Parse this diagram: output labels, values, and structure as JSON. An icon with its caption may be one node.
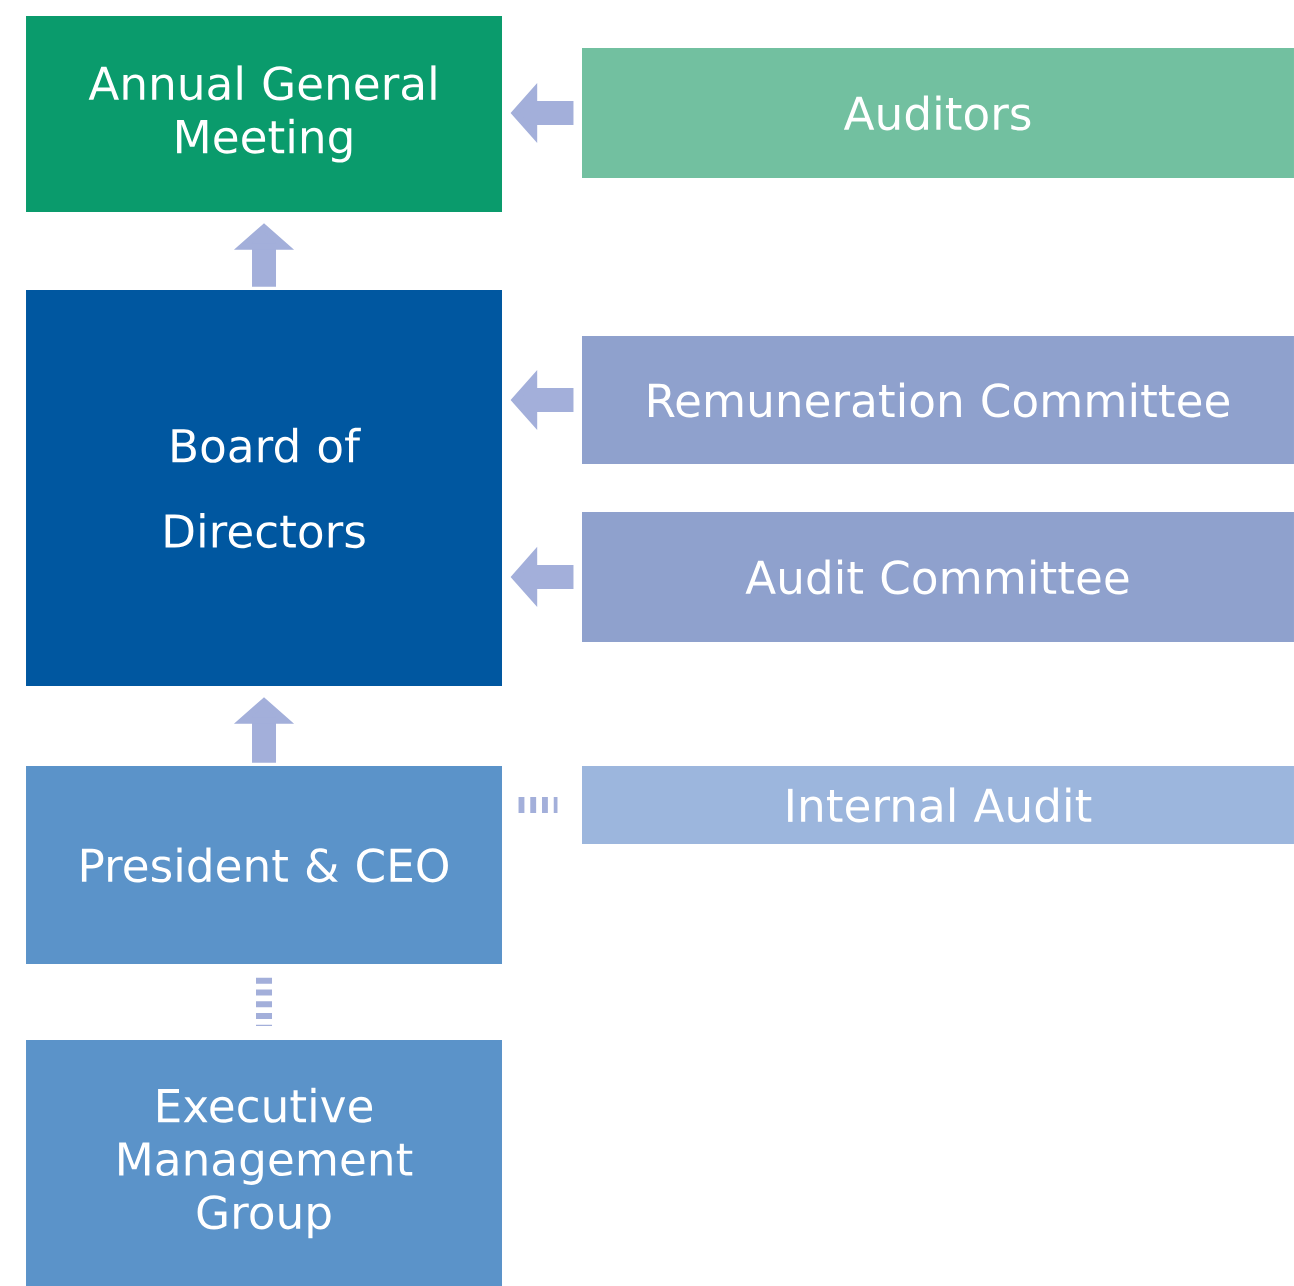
{
  "diagram": {
    "nodes": [
      {
        "text": [
          "Annual General Meeting"
        ]
      },
      {
        "text": [
          "Auditors"
        ]
      },
      {
        "text": [
          "Board of Directors"
        ]
      },
      {
        "text": [
          "Remuneration Committee"
        ]
      },
      {
        "text": [
          "Audit Committee"
        ]
      },
      {
        "text": [
          "President & CEO"
        ]
      },
      {
        "text": [
          "Internal Audit"
        ]
      },
      {
        "text": [
          "Executive Management Group"
        ]
      }
    ],
    "edges": [
      {
        "from": 1,
        "to": 0,
        "arrow": "to"
      },
      {
        "from": 2,
        "to": 0,
        "arrow": "to"
      },
      {
        "from": 3,
        "to": 2,
        "arrow": "to"
      },
      {
        "from": 4,
        "to": 2,
        "arrow": "to"
      },
      {
        "from": 5,
        "to": 2,
        "arrow": "to"
      },
      {
        "from": 5,
        "to": 6,
        "arrow": "none",
        "style": "dashed"
      },
      {
        "from": 5,
        "to": 7,
        "arrow": "none",
        "style": "dashed"
      }
    ]
  }
}
